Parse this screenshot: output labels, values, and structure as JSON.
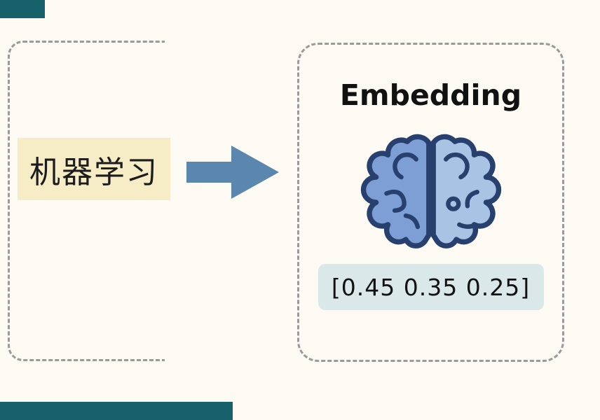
{
  "colors": {
    "background": "#fcfaf3",
    "corner_bar": "#17616a",
    "dash_border": "#9a9a9a",
    "input_bg": "#f6ecc5",
    "arrow": "#5b86ad",
    "vector_bg": "#dbe8ea",
    "brain_left": "#7d9fd6",
    "brain_right": "#a9c3e4",
    "brain_outline": "#28406e"
  },
  "input_node": {
    "label": "机器学习"
  },
  "embedding_card": {
    "title": "Embedding",
    "vector": "[0.45 0.35 0.25]"
  }
}
